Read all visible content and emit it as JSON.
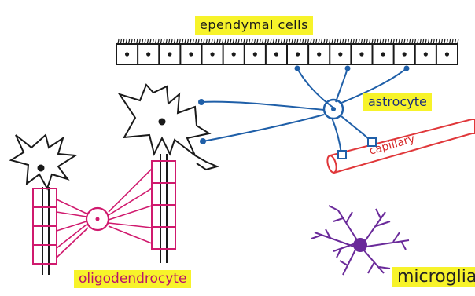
{
  "labels": {
    "ependymal": "ependymal cells",
    "astrocyte": "astrocyte",
    "capillary": "capillary",
    "oligodendrocyte": "oligodendrocyte",
    "microglia": "microglia"
  },
  "colors": {
    "highlight": "#f7f32a",
    "ink": "#1a1a1a",
    "astrocyte": "#1f5fa8",
    "capillary": "#e0373a",
    "myelin": "#d01a6e",
    "microglia": "#6a2a9a"
  }
}
